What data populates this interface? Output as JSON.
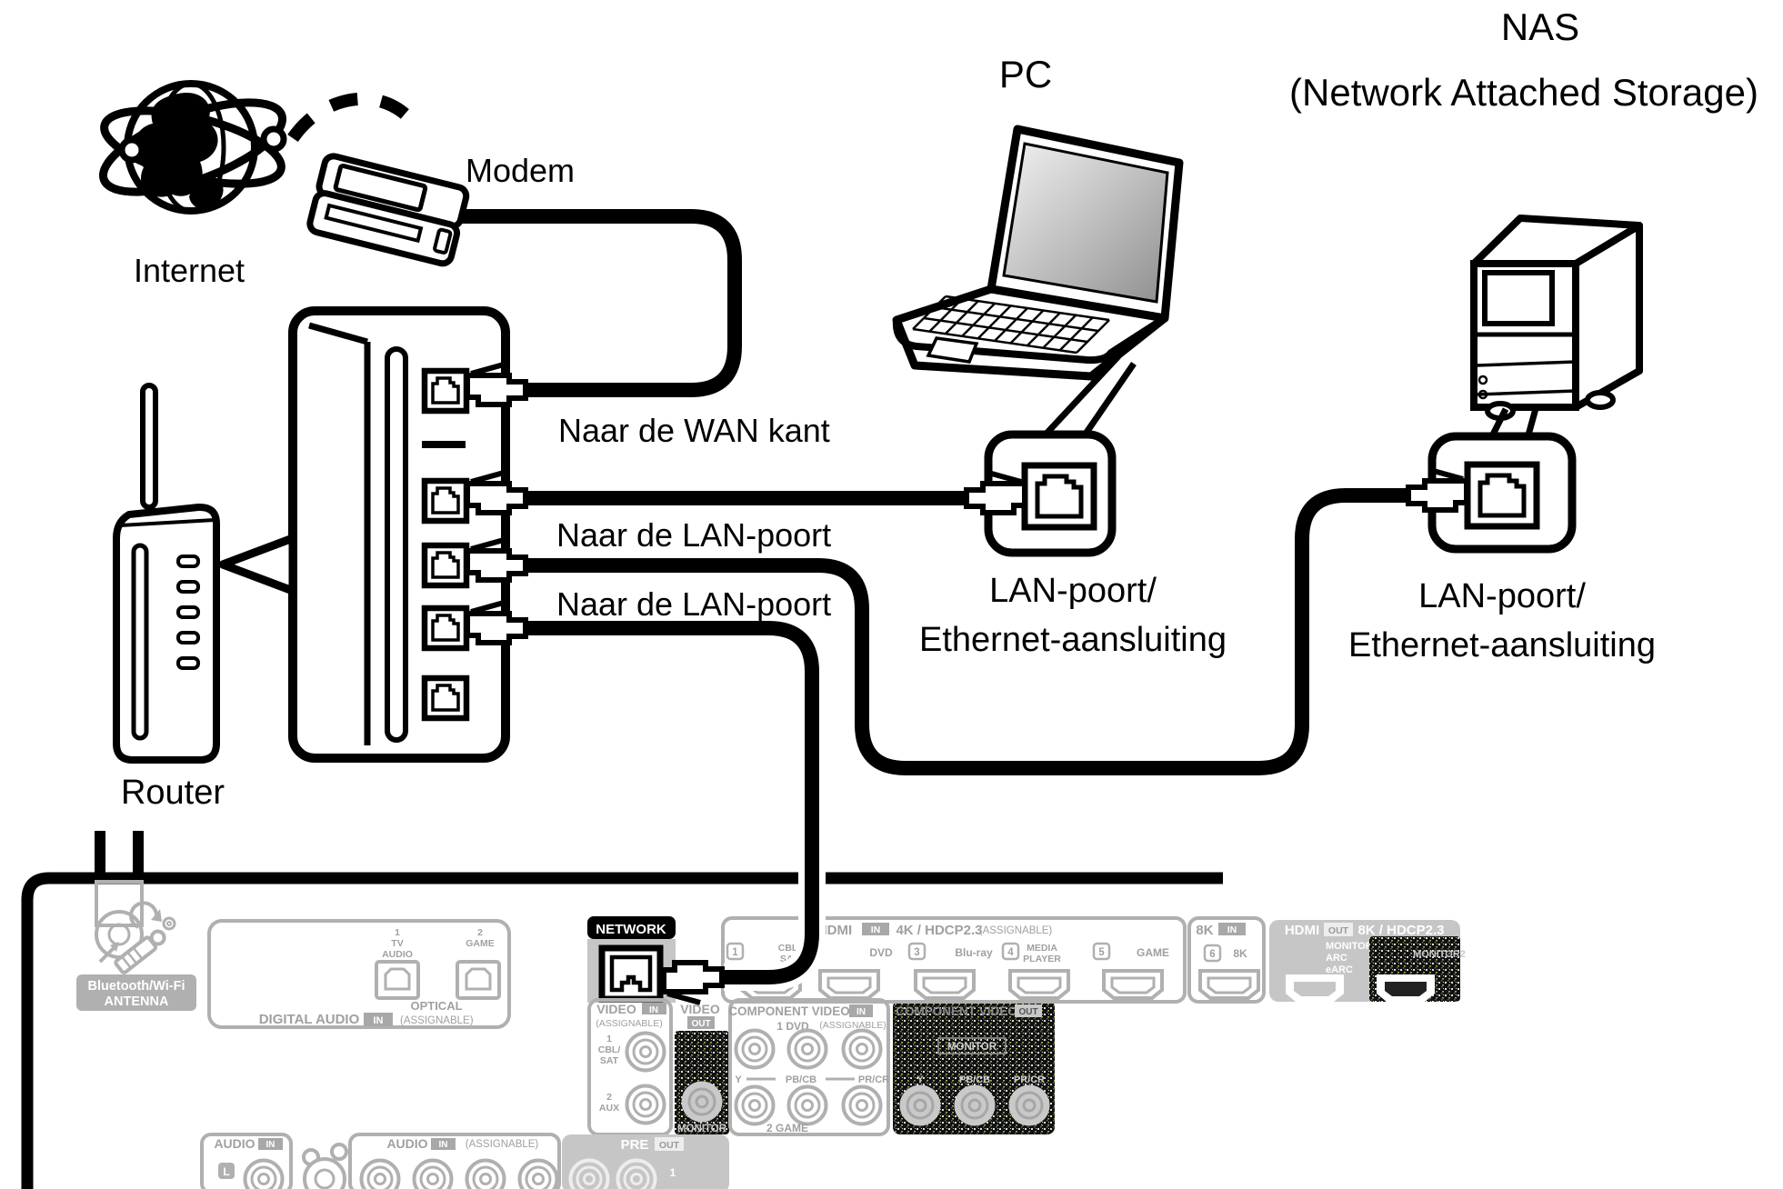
{
  "diagram": {
    "internet_label": "Internet",
    "modem_label": "Modem",
    "router_label": "Router",
    "pc_label": "PC",
    "nas_label_line1": "NAS",
    "nas_label_line2": "(Network Attached Storage)",
    "wan_label": "Naar de WAN kant",
    "lan_label_1": "Naar de LAN-poort",
    "lan_label_2": "Naar de LAN-poort",
    "pc_port_line1": "LAN-poort/",
    "pc_port_line2": "Ethernet-aansluiting",
    "nas_port_line1": "LAN-poort/",
    "nas_port_line2": "Ethernet-aansluiting"
  },
  "receiver": {
    "antenna_line1": "Bluetooth/Wi-Fi",
    "antenna_line2": "ANTENNA",
    "network_label": "NETWORK",
    "digital_audio": {
      "title": "DIGITAL AUDIO",
      "in_badge": "IN",
      "assignable": "(ASSIGNABLE)",
      "optical": "OPTICAL",
      "p1_num": "1",
      "p1_l1": "TV",
      "p1_l2": "AUDIO",
      "p2_num": "2",
      "p2_name": "GAME"
    },
    "video_in": {
      "title": "VIDEO",
      "in_badge": "IN",
      "assignable": "(ASSIGNABLE)",
      "p1_num": "1",
      "p1_l1": "CBL/",
      "p1_l2": "SAT",
      "p2_num": "2",
      "p2_name": "AUX"
    },
    "video_out": {
      "title": "VIDEO",
      "out_badge": "OUT",
      "monitor": "MONITOR"
    },
    "hdmi_in": {
      "title": "HDMI",
      "in_badge": "IN",
      "spec": "4K / HDCP2.3",
      "assignable": "(ASSIGNABLE)",
      "p1_num": "1",
      "p1_l1": "CBL/",
      "p1_l2": "SAT",
      "p2_name": "DVD",
      "p3_num": "3",
      "p3_name": "Blu-ray",
      "p4_num": "4",
      "p4_l1": "MEDIA",
      "p4_l2": "PLAYER",
      "p5_num": "5",
      "p5_name": "GAME"
    },
    "hdmi_8k": {
      "title": "8K",
      "in_badge": "IN",
      "p6_num": "6",
      "p6_name": "8K"
    },
    "hdmi_out": {
      "title": "HDMI",
      "out_badge": "OUT",
      "spec": "8K / HDCP2.3",
      "monitor1": "MONITOR1",
      "arc": "ARC",
      "earc": "eARC",
      "monitor2": "MONITOR2"
    },
    "component_in": {
      "title": "COMPONENT VIDEO",
      "in_badge": "IN",
      "assignable": "(ASSIGNABLE)",
      "p1": "1 DVD",
      "y": "Y",
      "pbcb": "PB/CB",
      "prcr": "PR/CR",
      "p2": "2 GAME"
    },
    "component_out": {
      "title": "COMPONENT VIDEO",
      "out_badge": "OUT",
      "monitor": "MONITOR",
      "y": "Y",
      "pbcb": "PB/CB",
      "prcr": "PR/CR"
    },
    "pre_out": {
      "title": "PRE",
      "out_badge": "OUT",
      "num1": "1"
    },
    "audio_in1": {
      "title": "AUDIO",
      "in_badge": "IN",
      "left": "L"
    },
    "audio_in2": {
      "title": "AUDIO",
      "in_badge": "IN",
      "assignable": "(ASSIGNABLE)"
    }
  },
  "colors": {
    "line": "#000000",
    "panel_gray": "#b0b0b0",
    "panel_text": "#a0a0a0",
    "panel_fill": "#c6c6c6",
    "hatch_base": "#111111"
  }
}
